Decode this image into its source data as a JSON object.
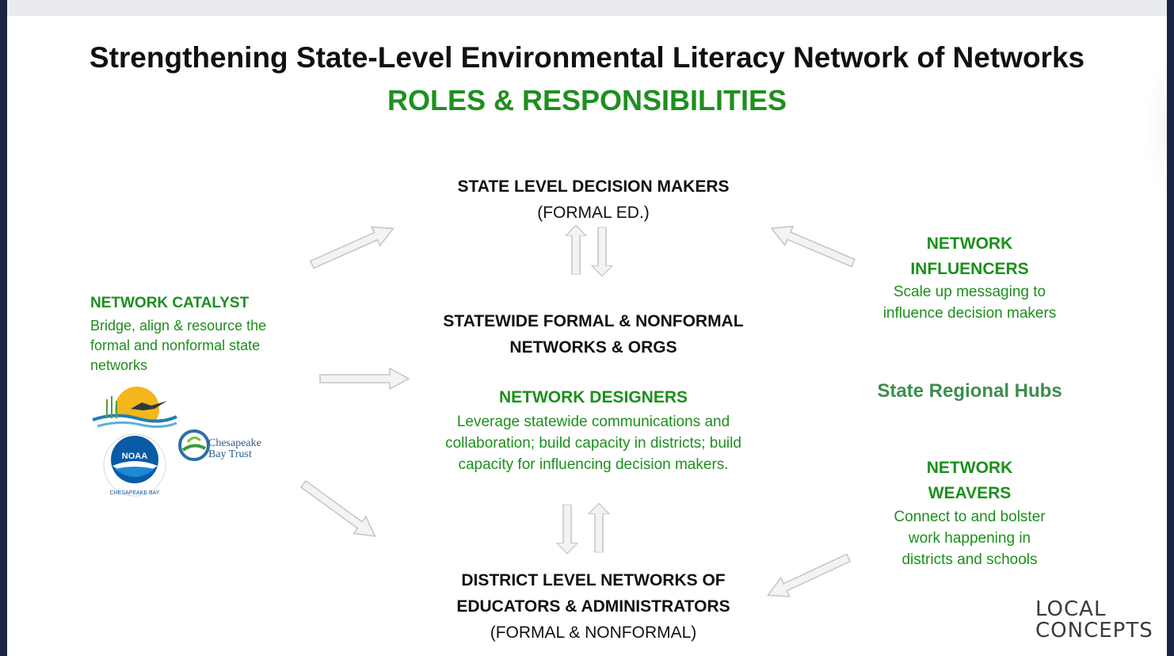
{
  "title": "Strengthening State-Level Environmental Literacy Network of Networks",
  "subtitle": "ROLES & RESPONSIBILITIES",
  "nodes": {
    "state_makers": {
      "line1": "STATE LEVEL DECISION MAKERS",
      "line2": "(FORMAL ED.)"
    },
    "statewide": {
      "line1": "STATEWIDE FORMAL & NONFORMAL",
      "line2": "NETWORKS & ORGS"
    },
    "designers": {
      "heading": "NETWORK DESIGNERS",
      "line1": "Leverage statewide communications and",
      "line2": "collaboration; build capacity in districts; build",
      "line3": "capacity for influencing decision makers."
    },
    "district": {
      "line1": "DISTRICT LEVEL NETWORKS OF",
      "line2": "EDUCATORS & ADMINISTRATORS",
      "line3": "(FORMAL & NONFORMAL)"
    },
    "catalyst": {
      "heading": "NETWORK CATALYST",
      "line1": "Bridge, align & resource the",
      "line2": "formal and nonformal state",
      "line3": "networks"
    },
    "influencers": {
      "heading1": "NETWORK",
      "heading2": "INFLUENCERS",
      "line1": "Scale up messaging to",
      "line2": "influence decision makers"
    },
    "hubs": "State Regional Hubs",
    "weavers": {
      "heading1": "NETWORK",
      "heading2": "WEAVERS",
      "line1": "Connect to and bolster",
      "line2": "work happening in",
      "line3": "districts and schools"
    }
  },
  "logos": {
    "noaa": "NOAA",
    "noaa_ring": "CHESAPEAKE BAY",
    "cbt_line1": "Chesapeake",
    "cbt_line2": "Bay Trust",
    "local_line1": "LOCAL",
    "local_line2": "CONCEPTS"
  },
  "colors": {
    "green": "#1c8f1c",
    "hubs_green": "#3f8d4f",
    "frame": "#1b2442",
    "arrow_fill": "#f3f3f3",
    "arrow_stroke": "#c4c4c4"
  }
}
